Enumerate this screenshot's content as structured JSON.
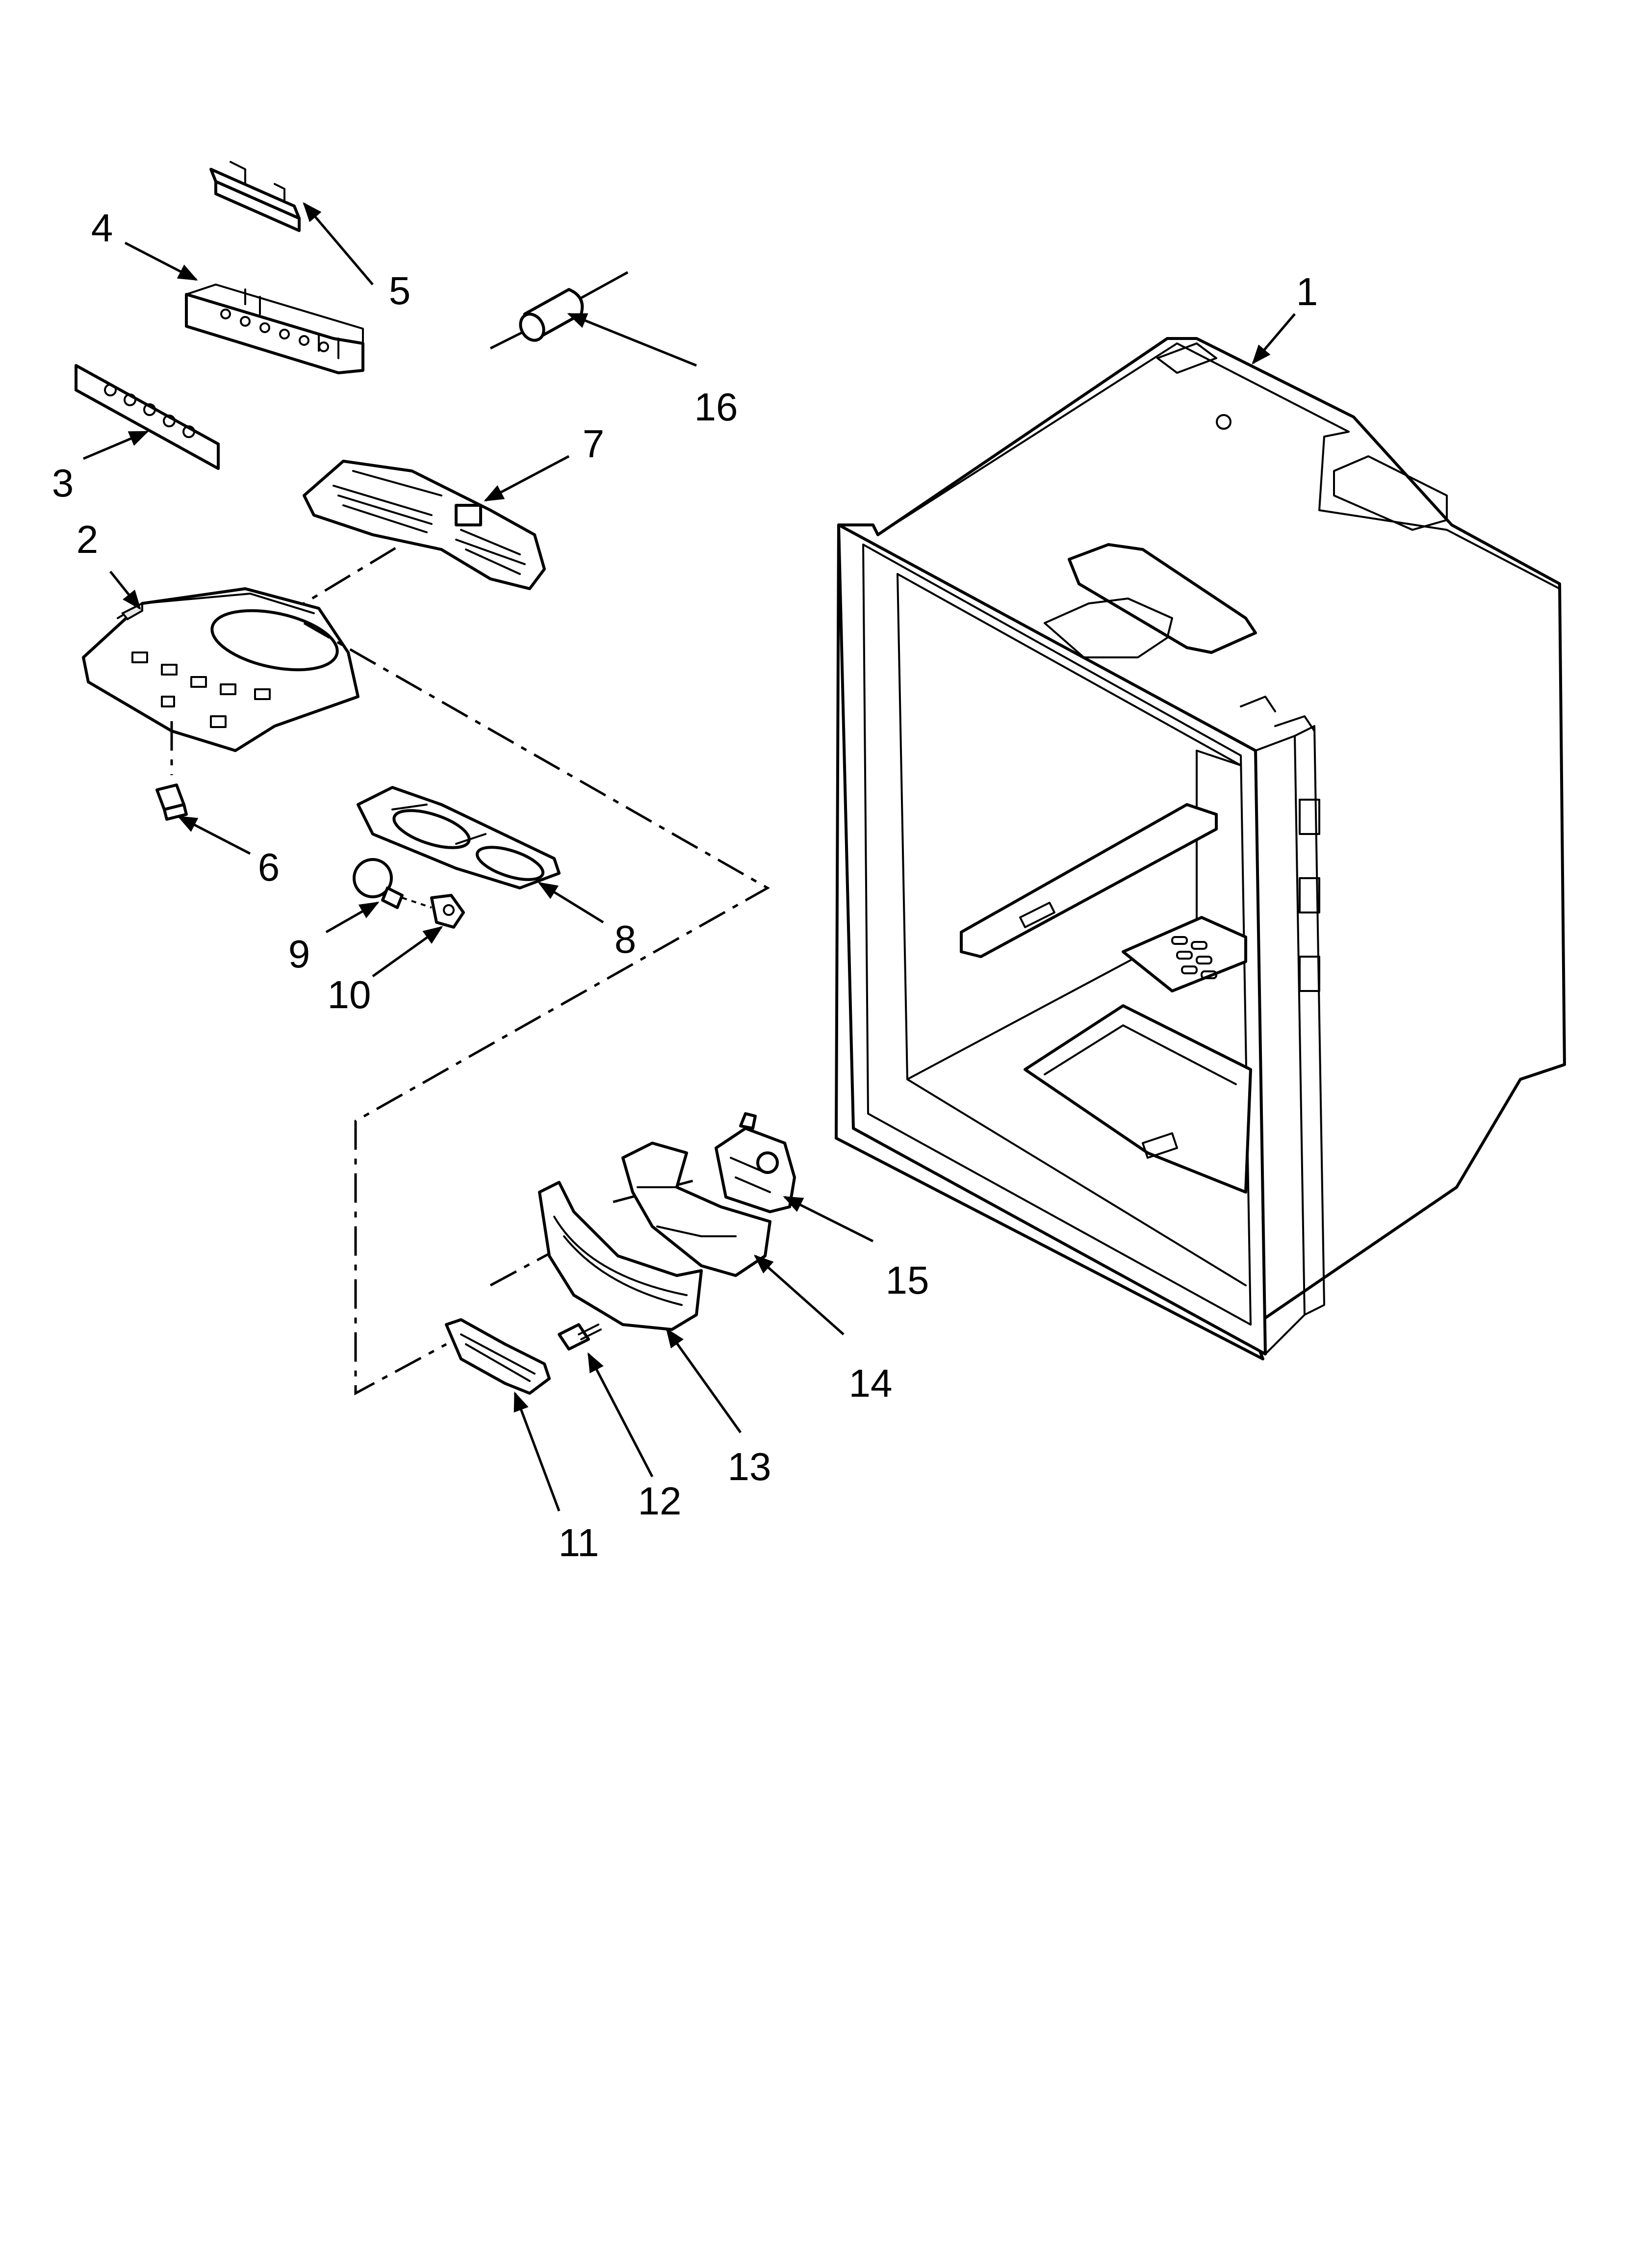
{
  "diagram": {
    "type": "exploded-parts-diagram",
    "callouts": [
      {
        "id": "1",
        "label": "1"
      },
      {
        "id": "2",
        "label": "2"
      },
      {
        "id": "3",
        "label": "3"
      },
      {
        "id": "4",
        "label": "4"
      },
      {
        "id": "5",
        "label": "5"
      },
      {
        "id": "6",
        "label": "6"
      },
      {
        "id": "7",
        "label": "7"
      },
      {
        "id": "8",
        "label": "8"
      },
      {
        "id": "9",
        "label": "9"
      },
      {
        "id": "10",
        "label": "10"
      },
      {
        "id": "11",
        "label": "11"
      },
      {
        "id": "12",
        "label": "12"
      },
      {
        "id": "13",
        "label": "13"
      },
      {
        "id": "14",
        "label": "14"
      },
      {
        "id": "15",
        "label": "15"
      },
      {
        "id": "16",
        "label": "16"
      }
    ]
  },
  "colors": {
    "line": "#000000",
    "background": "#ffffff"
  }
}
